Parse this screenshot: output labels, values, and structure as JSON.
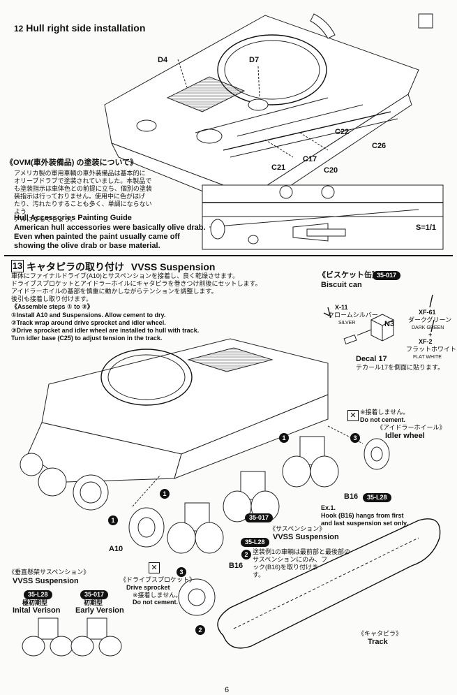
{
  "step12": {
    "number": "12",
    "title": "Hull right side installation",
    "parts": [
      "D4",
      "D7",
      "C22",
      "C26",
      "C17",
      "C21",
      "C20"
    ],
    "ovm_jp_title": "《OVM(車外装備品) の塗装について》",
    "ovm_jp_text": [
      "アメリカ製の軍用車輌の車外装備品は基本的に",
      "オリーブドラブで塗装されていました。本製品で",
      "も塗装指示は車体色との前提に立ち、個別の塗装",
      "装指示は行っておりません。使用中に色がはげ",
      "たり、汚れたりすることも多く、単調にならないよう",
      "アルになるでしょう。"
    ],
    "ovm_en_title": "Hull Accessories Painting Guide",
    "ovm_en_text": [
      "American hull accessories were basically olive drab.",
      "Even when painted the paint usually came off",
      "showing the olive drab or base material."
    ],
    "scale": "S=1/1"
  },
  "step13": {
    "number": "13",
    "title_jp": "キャタピラの取り付け",
    "title_en": "VVSS Suspension",
    "jp_text": [
      "車体にファイナルドライブ(A10)とサスペンションを接着し、良く乾燥させます。",
      "ドライブスプロケットとアイドラーホイルにキャタピラを巻きつけ前後にセットします。",
      "アイドラーホイルの基部を慎重に動かしながらテンションを調整します。",
      "後引も接着し取り付けます。"
    ],
    "assemble_title": "《Assemble steps ① to ③》",
    "assemble_steps": [
      "①Install A10 and Suspensions. Allow cement to dry.",
      "②Track wrap around drive sprocket and idler wheel.",
      "③Drive sprocket and idler wheel are installed to hull with track.",
      "   Turn idler base (C25) to adjust tension in the track."
    ],
    "biscuit_jp": "《ビスケット缶》",
    "biscuit_tag": "35-017",
    "biscuit_en": "Biscuit can",
    "paint_x11_code": "X-11",
    "paint_x11_jp": "クロームシルバー",
    "paint_x11_en": "SILVER",
    "paint_n3": "N3",
    "paint_xf61_code": "XF-61",
    "paint_xf61_jp": "ダークグリーン",
    "paint_xf61_en": "DARK GREEN",
    "paint_plus": "+",
    "paint_xf2_code": "XF-2",
    "paint_xf2_jp": "フラットホワイト",
    "paint_xf2_en": "FLAT WHITE",
    "decal_en": "Decal 17",
    "decal_jp": "テカール17を側面に貼ります。",
    "idler_note_jp": "※接着しません。",
    "idler_note_en": "Do not cement.",
    "idler_jp": "《アイドラーホイール》",
    "idler_en": "Idler wheel",
    "b16_label": "B16",
    "b16_tag": "35-L28",
    "ex_title": "Ex.1.",
    "ex_text": [
      "Hook (B16) hangs from first",
      "and last suspension set only."
    ],
    "susp_tag": "35-017",
    "susp_jp": "《サスペンション》",
    "susp_en": "VVSS Suspension",
    "tag_l28": "35-L28",
    "note2_jp": [
      "塗装例1の車輌は最前部と最後部の",
      "サスペンションにのみ、フ",
      "ック(B16)を取り付けま",
      "す。"
    ],
    "b16_label2": "B16",
    "a10_label": "A10",
    "sprocket_jp": "《ドライブスプロケット》",
    "sprocket_en": "Drive sprocket",
    "sprocket_note_jp": "※接着しません。",
    "sprocket_note_en": "Do not cement.",
    "vertical_jp": "《垂直懸架サスペンション》",
    "vertical_en": "VVSS Suspension",
    "initial_tag": "35-L28",
    "initial_jp": "極初期型",
    "initial_en": "Inital Verison",
    "early_tag": "35-017",
    "early_jp": "初期型",
    "early_en": "Early Version",
    "track_jp": "《キャタピラ》",
    "track_en": "Track"
  },
  "page_number": "6"
}
